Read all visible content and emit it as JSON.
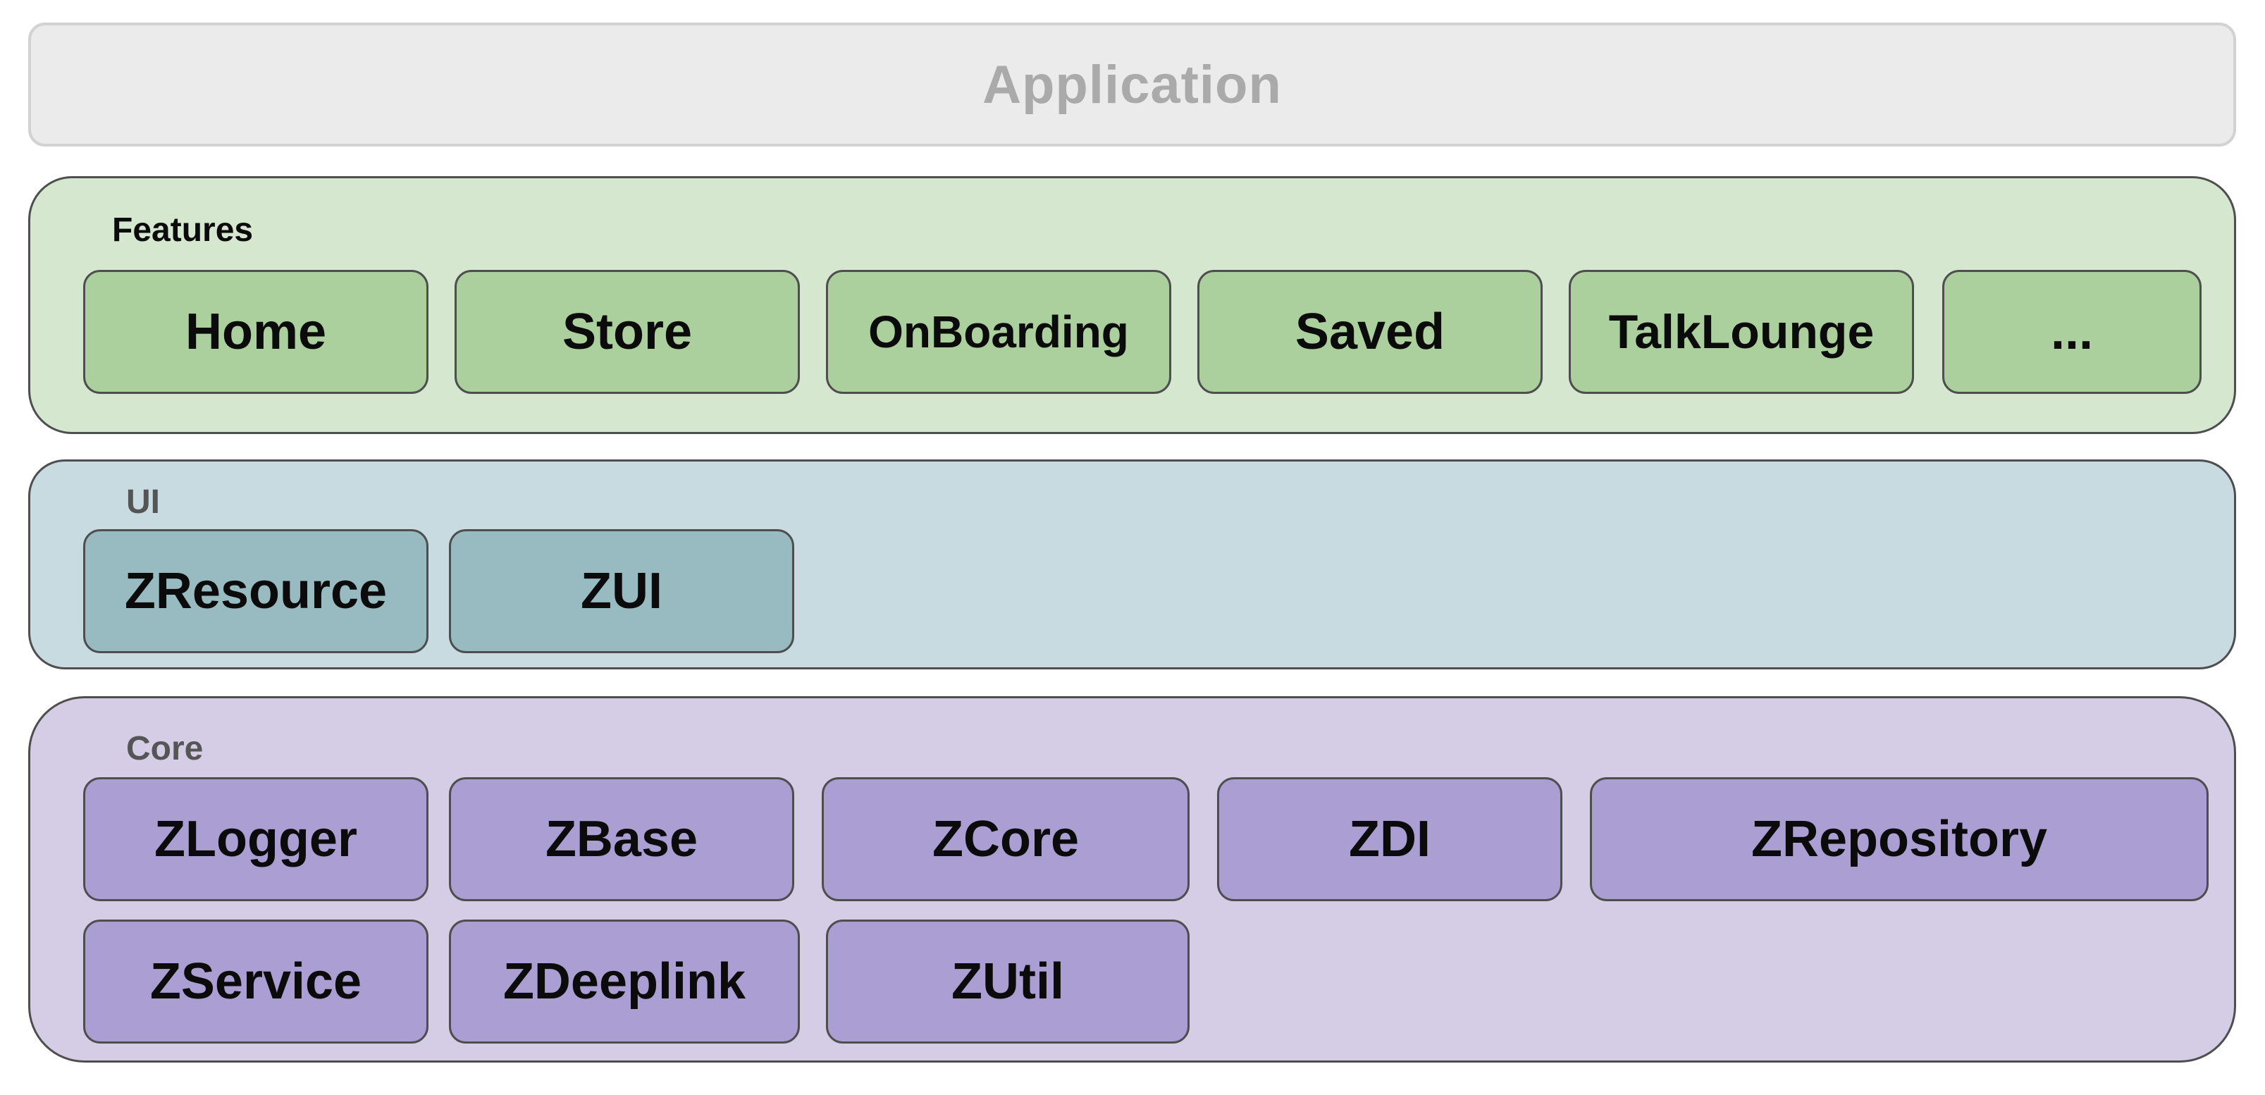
{
  "application": {
    "label": "Application"
  },
  "features": {
    "title": "Features",
    "modules": [
      "Home",
      "Store",
      "OnBoarding",
      "Saved",
      "TalkLounge",
      "..."
    ]
  },
  "ui": {
    "title": "UI",
    "modules": [
      "ZResource",
      "ZUI"
    ]
  },
  "core": {
    "title": "Core",
    "modules": [
      "ZLogger",
      "ZBase",
      "ZCore",
      "ZDI",
      "ZRepository",
      "ZService",
      "ZDeeplink",
      "ZUtil"
    ]
  },
  "colors": {
    "application_fill": "#ebebeb",
    "application_text": "#aaaaaa",
    "features_fill": "#d5e7cf",
    "features_module": "#abd09d",
    "ui_fill": "#c8dbe0",
    "ui_module": "#98bbc2",
    "core_fill": "#d5cce6",
    "core_module": "#ab9ed3",
    "border": "#4e4e4e"
  }
}
